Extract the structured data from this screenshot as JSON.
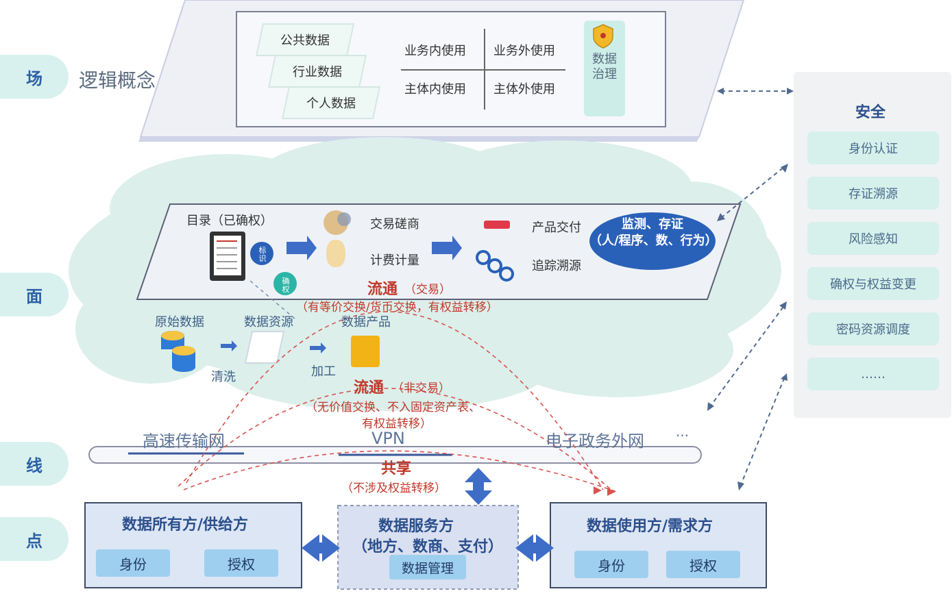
{
  "layers": {
    "field": "场",
    "field_desc": "逻辑概念",
    "surface": "面",
    "line": "线",
    "point": "点"
  },
  "field_panel": {
    "data_types": [
      "公共数据",
      "行业数据",
      "个人数据"
    ],
    "usage": {
      "top_left": "业务内使用",
      "top_right": "业务外使用",
      "bottom_left": "主体内使用",
      "bottom_right": "主体外使用"
    },
    "governance": "数据\n治理"
  },
  "security": {
    "title": "安全",
    "items": [
      "身份认证",
      "存证溯源",
      "风险感知",
      "确权与权益变更",
      "密码资源调度",
      "……"
    ]
  },
  "surface_panel": {
    "catalog": "目录（已确权）",
    "mark": "标识",
    "confirm": "确权",
    "trade_negotiation": "交易磋商",
    "billing": "计费计量",
    "product_delivery": "产品交付",
    "trace": "追踪溯源",
    "monitor": "监测、存证\n（人/程序、数、行为）",
    "circulation_trade": "流通",
    "circulation_trade_sub": "（交易）",
    "circulation_trade_desc": "（有等价交换/货币交换，有权益转移）",
    "raw_data": "原始数据",
    "data_resource": "数据资源",
    "data_product": "数据产品",
    "clean": "清洗",
    "process": "加工",
    "circulation_nontrade": "流通",
    "circulation_nontrade_sub": "（非交易）",
    "circulation_nontrade_desc1": "（无价值交换、不入固定资产表、",
    "circulation_nontrade_desc2": "有权益转移）"
  },
  "line_panel": {
    "networks": [
      "高速传输网",
      "VPN",
      "电子政务外网",
      "···"
    ],
    "share": "共享",
    "share_desc": "（不涉及权益转移）"
  },
  "point_panel": {
    "owner_title": "数据所有方/供给方",
    "owner_tags": [
      "身份",
      "授权"
    ],
    "service_title": "数据服务方",
    "service_sub": "（地方、数商、支付）",
    "service_tag": "数据管理",
    "user_title": "数据使用方/需求方",
    "user_tags": [
      "身份",
      "授权"
    ]
  }
}
